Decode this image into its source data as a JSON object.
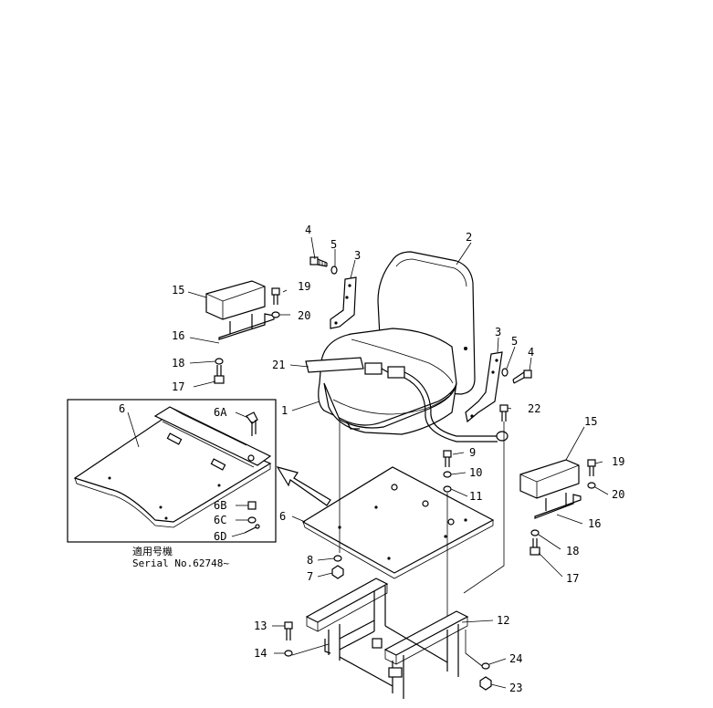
{
  "callouts": {
    "c1": "1",
    "c2": "2",
    "c3a": "3",
    "c3b": "3",
    "c4a": "4",
    "c4b": "4",
    "c5a": "5",
    "c5b": "5",
    "c6main": "6",
    "c6inset": "6",
    "c6A": "6A",
    "c6B": "6B",
    "c6C": "6C",
    "c6D": "6D",
    "c7": "7",
    "c8": "8",
    "c9": "9",
    "c10": "10",
    "c11": "11",
    "c12": "12",
    "c13": "13",
    "c14": "14",
    "c15a": "15",
    "c15b": "15",
    "c16a": "16",
    "c16b": "16",
    "c17a": "17",
    "c17b": "17",
    "c18a": "18",
    "c18b": "18",
    "c19a": "19",
    "c19b": "19",
    "c20a": "20",
    "c20b": "20",
    "c21": "21",
    "c22": "22",
    "c23": "23",
    "c24": "24"
  },
  "inset": {
    "applicability_label": "適用号機",
    "serial_label": "Serial No.62748~"
  }
}
